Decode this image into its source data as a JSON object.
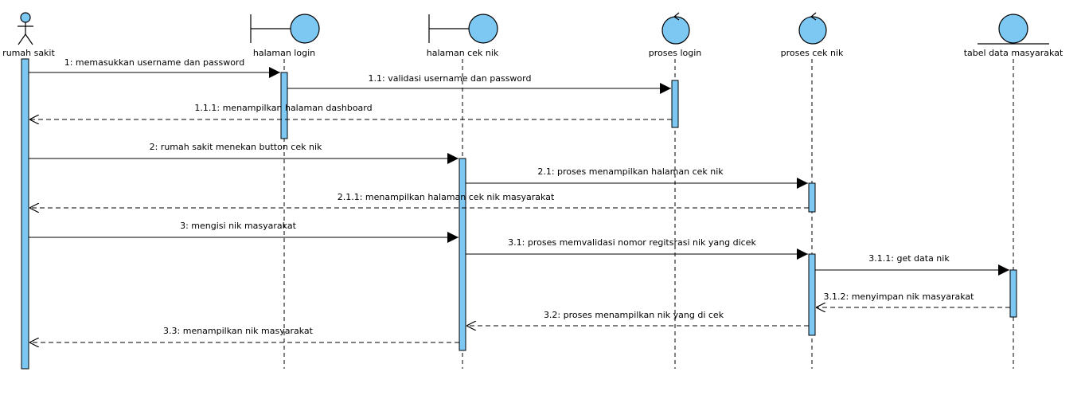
{
  "colors": {
    "fill": "#7cc8f2",
    "stroke": "#000000",
    "background": "#ffffff"
  },
  "participants": [
    {
      "id": "p0",
      "name": "rumah sakit",
      "kind": "actor"
    },
    {
      "id": "p1",
      "name": "halaman login",
      "kind": "boundary"
    },
    {
      "id": "p2",
      "name": "halaman cek nik",
      "kind": "boundary"
    },
    {
      "id": "p3",
      "name": "proses login",
      "kind": "control"
    },
    {
      "id": "p4",
      "name": "proses cek nik",
      "kind": "control"
    },
    {
      "id": "p5",
      "name": "tabel data masyarakat",
      "kind": "entity"
    }
  ],
  "messages": [
    {
      "id": "m1",
      "label": "1: memasukkan username dan password",
      "from": "p0",
      "to": "p1",
      "type": "sync"
    },
    {
      "id": "m2",
      "label": "1.1: validasi username dan password",
      "from": "p1",
      "to": "p3",
      "type": "sync"
    },
    {
      "id": "m3",
      "label": "1.1.1: menampilkan halaman dashboard",
      "from": "p3",
      "to": "p0",
      "type": "return"
    },
    {
      "id": "m4",
      "label": "2: rumah sakit menekan button cek nik",
      "from": "p0",
      "to": "p2",
      "type": "sync"
    },
    {
      "id": "m5",
      "label": "2.1: proses menampilkan halaman cek nik",
      "from": "p2",
      "to": "p4",
      "type": "sync"
    },
    {
      "id": "m6",
      "label": "2.1.1: menampilkan halaman cek nik masyarakat",
      "from": "p4",
      "to": "p0",
      "type": "return"
    },
    {
      "id": "m7",
      "label": "3: mengisi nik masyarakat",
      "from": "p0",
      "to": "p2",
      "type": "sync"
    },
    {
      "id": "m8",
      "label": "3.1: proses memvalidasi nomor regitsrasi nik yang dicek",
      "from": "p2",
      "to": "p4",
      "type": "sync"
    },
    {
      "id": "m9",
      "label": "3.1.1: get data nik",
      "from": "p4",
      "to": "p5",
      "type": "sync"
    },
    {
      "id": "m10",
      "label": "3.1.2: menyimpan nik masyarakat",
      "from": "p5",
      "to": "p4",
      "type": "return"
    },
    {
      "id": "m11",
      "label": "3.2: proses menampilkan nik yang di cek",
      "from": "p4",
      "to": "p2",
      "type": "return"
    },
    {
      "id": "m12",
      "label": "3.3: menampilkan nik masyarakat",
      "from": "p2",
      "to": "p0",
      "type": "return"
    }
  ]
}
